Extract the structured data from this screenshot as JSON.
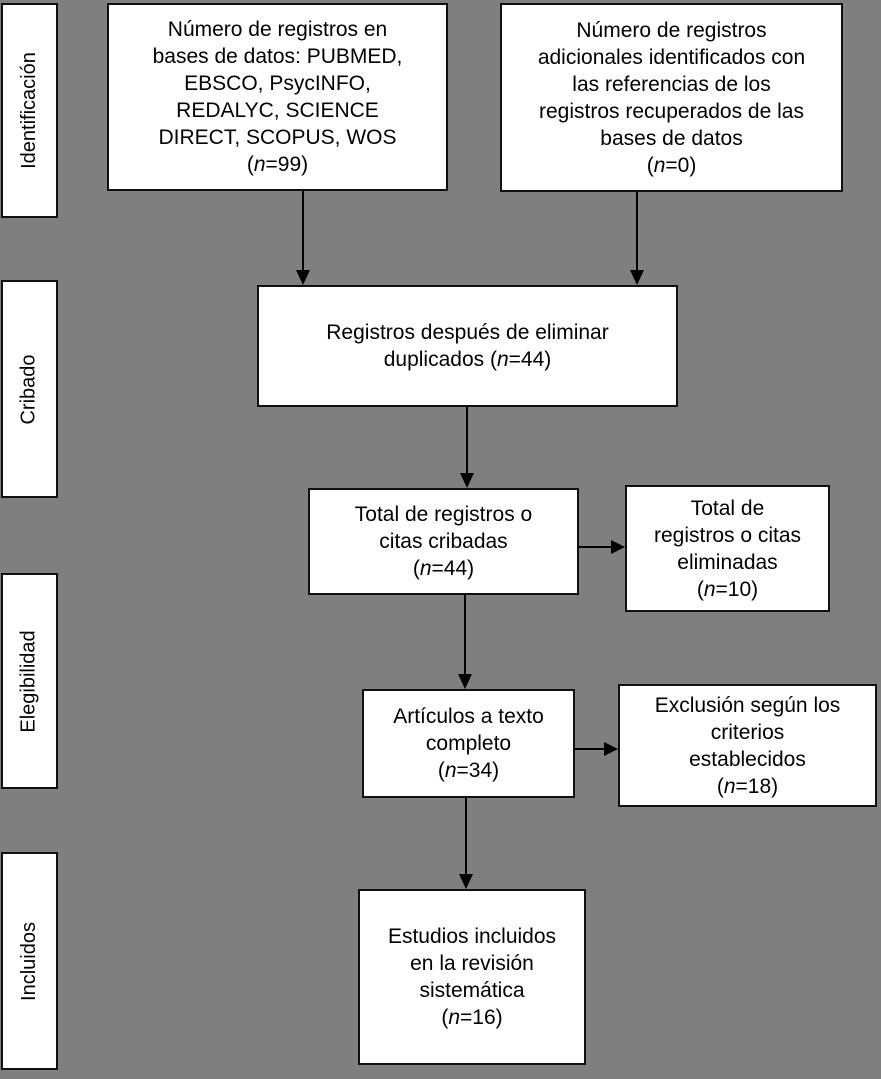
{
  "diagram": {
    "type": "flowchart",
    "language": "es",
    "colors": {
      "background": "#7f7f7f",
      "box_fill": "#ffffff",
      "box_border": "#111111",
      "text": "#000000",
      "arrow": "#000000"
    },
    "stages": [
      {
        "label": "Identificación"
      },
      {
        "label": "Cribado"
      },
      {
        "label": "Elegibilidad"
      },
      {
        "label": "Incluidos"
      }
    ],
    "boxes": {
      "records_in_databases": {
        "lines": [
          "Número de registros en",
          "bases de datos: PUBMED,",
          "EBSCO, PsycINFO,",
          "REDALYC, SCIENCE",
          "DIRECT, SCOPUS, WOS",
          "(n=99)"
        ],
        "n": 99
      },
      "additional_records": {
        "lines": [
          "Número de registros",
          "adicionales identificados con",
          "las referencias de los",
          "registros recuperados de las",
          "bases de datos",
          "(n=0)"
        ],
        "n": 0
      },
      "after_duplicates": {
        "lines": [
          "Registros después de eliminar",
          "duplicados (n=44)"
        ],
        "n": 44
      },
      "screened": {
        "lines": [
          "Total de registros o",
          "citas cribadas",
          "(n=44)"
        ],
        "n": 44
      },
      "removed": {
        "lines": [
          "Total de",
          "registros o citas",
          "eliminadas",
          "(n=10)"
        ],
        "n": 10
      },
      "full_text": {
        "lines": [
          "Artículos a texto",
          "completo",
          "(n=34)"
        ],
        "n": 34
      },
      "excluded": {
        "lines": [
          "Exclusión según los",
          "criterios",
          "establecidos",
          "(n=18)"
        ],
        "n": 18
      },
      "included": {
        "lines": [
          "Estudios incluidos",
          "en la revisión",
          "sistemática",
          "(n=16)"
        ],
        "n": 16
      }
    },
    "connections": [
      {
        "from": "records_in_databases",
        "to": "after_duplicates"
      },
      {
        "from": "additional_records",
        "to": "after_duplicates"
      },
      {
        "from": "after_duplicates",
        "to": "screened"
      },
      {
        "from": "screened",
        "to": "removed"
      },
      {
        "from": "screened",
        "to": "full_text"
      },
      {
        "from": "full_text",
        "to": "excluded"
      },
      {
        "from": "full_text",
        "to": "included"
      }
    ]
  }
}
